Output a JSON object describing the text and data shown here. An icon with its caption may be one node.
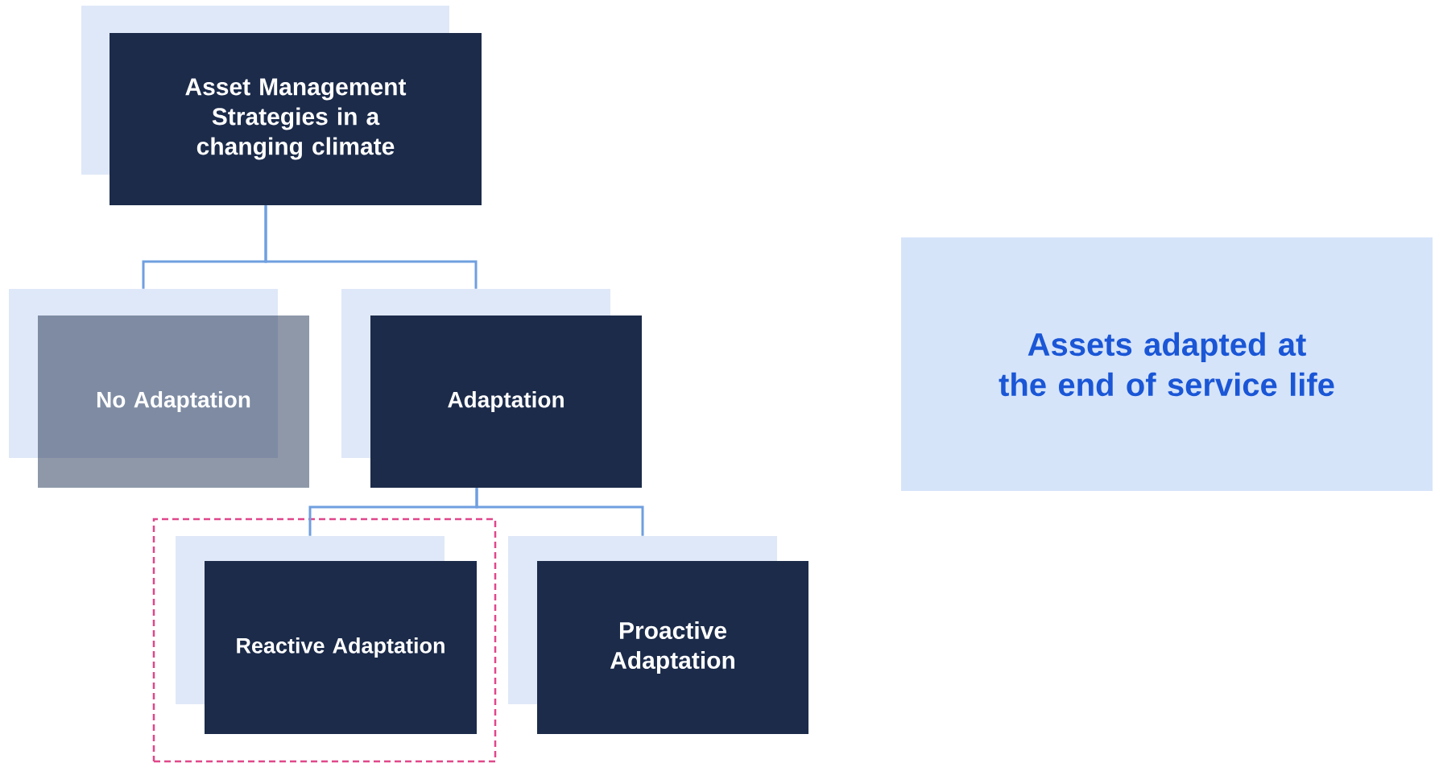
{
  "diagram": {
    "nodes": [
      {
        "text": [
          "Asset Management Strategies in a changing climate"
        ]
      },
      {
        "text": [
          "No Adaptation"
        ]
      },
      {
        "text": [
          "Adaptation"
        ]
      },
      {
        "text": [],
        "shape": "box"
      },
      {
        "text": [
          "Reactive Adaptation"
        ],
        "in": 3
      },
      {
        "text": [
          "Proactive Adaptation"
        ]
      },
      {
        "text": [
          "Assets adapted at the end of service life"
        ]
      }
    ],
    "edges": [
      {
        "from": 0,
        "to": 1,
        "arrow": "none"
      },
      {
        "from": 0,
        "to": 2,
        "arrow": "none"
      },
      {
        "from": 2,
        "to": 4,
        "arrow": "none"
      },
      {
        "from": 2,
        "to": 5,
        "arrow": "none"
      }
    ]
  }
}
